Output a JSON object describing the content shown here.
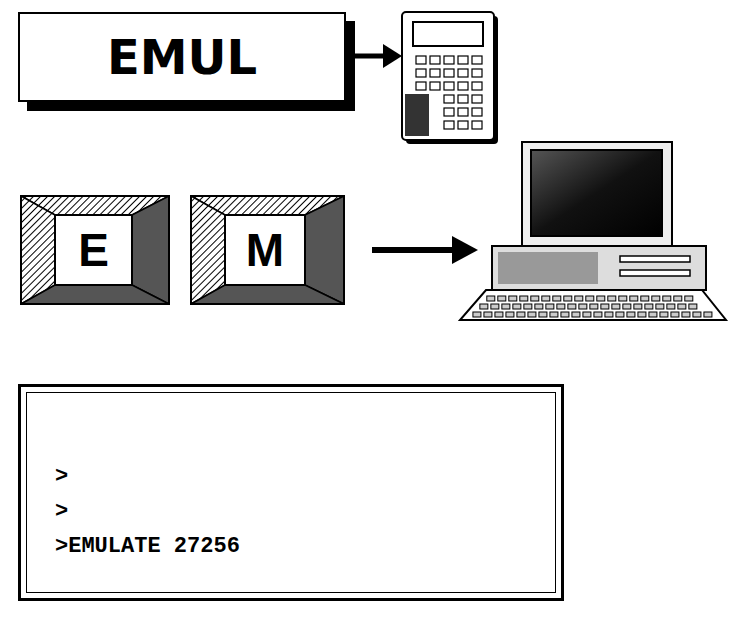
{
  "diagram": {
    "nodes": [
      {
        "text": [
          "EMUL"
        ]
      },
      {
        "text": [
          "E"
        ]
      },
      {
        "text": [
          "M"
        ]
      },
      {
        "text": [
          ">",
          ">",
          ">EMULATE 27256"
        ]
      }
    ]
  }
}
